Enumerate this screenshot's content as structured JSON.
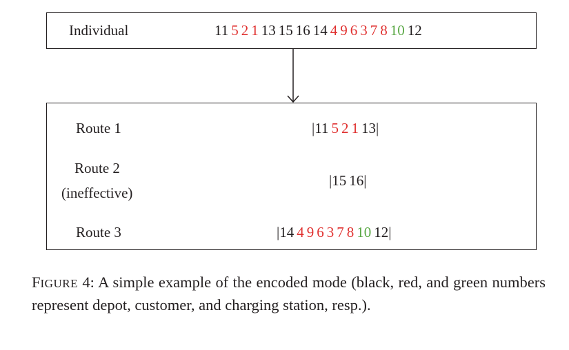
{
  "colors": {
    "depot": "#231f20",
    "customer": "#e0302f",
    "charging_station": "#5aa845"
  },
  "individual": {
    "label": "Individual",
    "sequence": [
      {
        "n": "11",
        "kind": "depot"
      },
      {
        "n": "5",
        "kind": "customer"
      },
      {
        "n": "2",
        "kind": "customer"
      },
      {
        "n": "1",
        "kind": "customer"
      },
      {
        "n": "13",
        "kind": "depot"
      },
      {
        "n": "15",
        "kind": "depot"
      },
      {
        "n": "16",
        "kind": "depot"
      },
      {
        "n": "14",
        "kind": "depot"
      },
      {
        "n": "4",
        "kind": "customer"
      },
      {
        "n": "9",
        "kind": "customer"
      },
      {
        "n": "6",
        "kind": "customer"
      },
      {
        "n": "3",
        "kind": "customer"
      },
      {
        "n": "7",
        "kind": "customer"
      },
      {
        "n": "8",
        "kind": "customer"
      },
      {
        "n": "10",
        "kind": "charging_station"
      },
      {
        "n": "12",
        "kind": "depot"
      }
    ]
  },
  "routes": [
    {
      "label": "Route 1",
      "note": "",
      "sequence": [
        {
          "n": "|11",
          "kind": "depot"
        },
        {
          "n": "5",
          "kind": "customer"
        },
        {
          "n": "2",
          "kind": "customer"
        },
        {
          "n": "1",
          "kind": "customer"
        },
        {
          "n": "13|",
          "kind": "depot"
        }
      ]
    },
    {
      "label": "Route 2",
      "note": "(ineffective)",
      "sequence": [
        {
          "n": "|15",
          "kind": "depot"
        },
        {
          "n": "16|",
          "kind": "depot"
        }
      ]
    },
    {
      "label": "Route 3",
      "note": "",
      "sequence": [
        {
          "n": "|14",
          "kind": "depot"
        },
        {
          "n": "4",
          "kind": "customer"
        },
        {
          "n": "9",
          "kind": "customer"
        },
        {
          "n": "6",
          "kind": "customer"
        },
        {
          "n": "3",
          "kind": "customer"
        },
        {
          "n": "7",
          "kind": "customer"
        },
        {
          "n": "8",
          "kind": "customer"
        },
        {
          "n": "10",
          "kind": "charging_station"
        },
        {
          "n": "12|",
          "kind": "depot"
        }
      ]
    }
  ],
  "caption": {
    "figure_word_first": "F",
    "figure_word_rest": "IGURE",
    "figure_number": "4:",
    "text": "A simple example of the encoded mode (black, red, and green numbers represent depot, customer, and charging station, resp.)."
  }
}
